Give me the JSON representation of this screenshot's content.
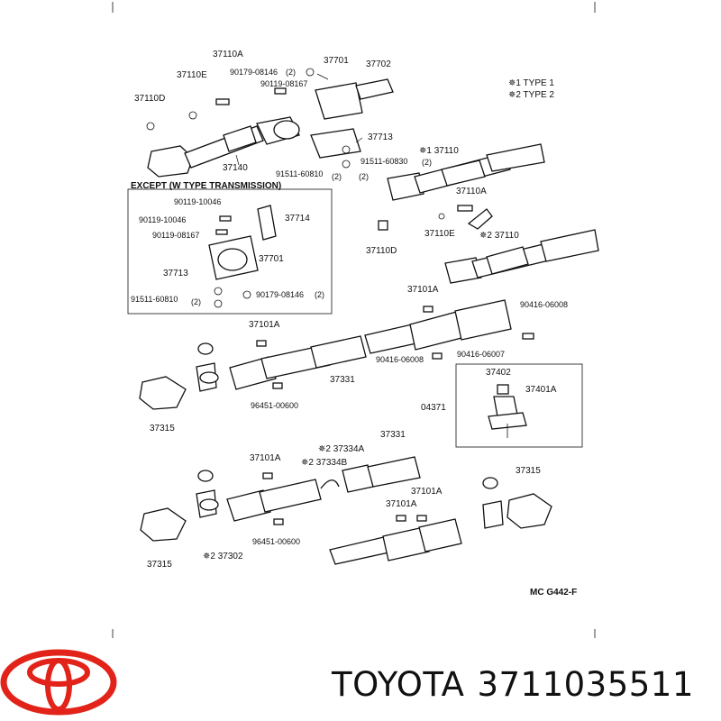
{
  "diagram": {
    "code": "MC  G442-F",
    "legend": {
      "type1": "✵1 TYPE 1",
      "type2": "✵2 TYPE 2"
    },
    "inset_upper": {
      "title": "EXCEPT (W TYPE TRANSMISSION)"
    },
    "labels": {
      "p37110A_top": "37110A",
      "p37701_top": "37701",
      "p37702": "37702",
      "p37110E_top": "37110E",
      "p90179_08146_top": "90179-08146",
      "p2_top_a": "(2)",
      "p90119_08167_top": "90119-08167",
      "p37110D_top": "37110D",
      "p37713_top": "37713",
      "p91511_60830": "91511-60830",
      "p2_top_b": "(2)",
      "p37140": "37140",
      "p91511_60810_top": "91511-60810",
      "p2_top_c": "(2)",
      "p37110_type1": "✵1  37110",
      "p2_type1": "(2)",
      "p37110A_right": "37110A",
      "p37110D_right": "37110D",
      "p37110E_right": "37110E",
      "p37110_type2": "✵2  37110",
      "inset_90119_10046_a": "90119-10046",
      "inset_37714": "37714",
      "inset_90119_10046_b": "90119-10046",
      "inset_90119_08167": "90119-08167",
      "inset_37701": "37701",
      "inset_37713": "37713",
      "inset_91511_60810": "91511-60810",
      "inset_2a": "(2)",
      "inset_90179_08146": "90179-08146",
      "inset_2b": "(2)",
      "p37101A_1": "37101A",
      "p90416_06008_a": "90416-06008",
      "p37101A_2": "37101A",
      "p37331_mid": "37331",
      "p90416_06008_b": "90416-06008",
      "p90416_06007": "90416-06007",
      "p96451_00600_a": "96451-00600",
      "p37315_a": "37315",
      "p37402": "37402",
      "p37401A": "37401A",
      "p04371": "04371",
      "p37331_low": "37331",
      "p37101A_3": "37101A",
      "p37334A": "✵2 37334A",
      "p37334B": "✵2 37334B",
      "p37315_b": "37315",
      "p37101A_4": "37101A",
      "p37101A_5": "37101A",
      "p96451_00600_b": "96451-00600",
      "p37315_c": "37315",
      "p37302": "✵2 37302"
    }
  },
  "brand": {
    "logo": "toyota-logo-icon",
    "logo_color": "#e2231a",
    "name": "TOYOTA",
    "part_number": "3711035511"
  }
}
